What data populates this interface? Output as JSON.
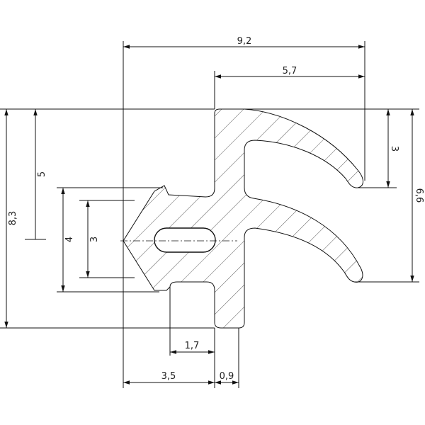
{
  "drawing": {
    "dimensions": {
      "overall_width": "9,2",
      "lip_width": "5,7",
      "base_width": "3,5",
      "wall": "0,9",
      "stem": "1,7",
      "height_total": "8,3",
      "height_upper": "5",
      "head_outer": "4",
      "head_inner": "3",
      "lip_height": "6,6",
      "lip_gap": "3"
    }
  }
}
